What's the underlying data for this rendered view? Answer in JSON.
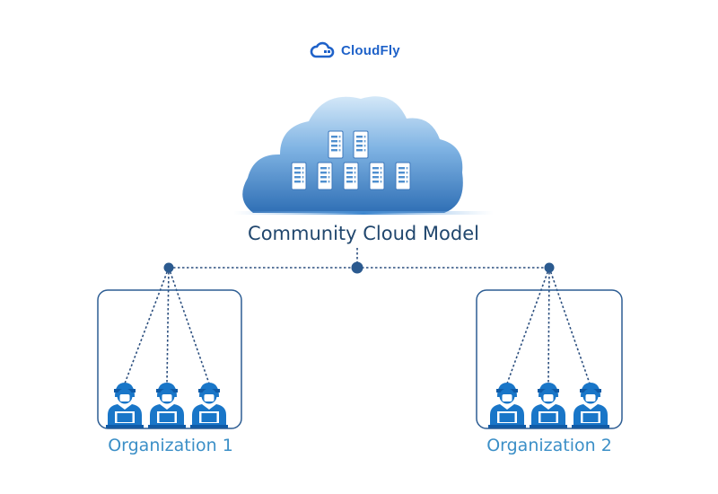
{
  "brand": {
    "name": "CloudFly",
    "logo_icon": "cloud-logo-icon",
    "color": "#1f62c9"
  },
  "diagram": {
    "title": "Community Cloud Model",
    "cloud_icon": "cloud-server-icon",
    "server_icon": "server-rack-icon",
    "user_icon": "user-laptop-icon",
    "organizations": [
      {
        "label": "Organization 1",
        "users": 3
      },
      {
        "label": "Organization 2",
        "users": 3
      }
    ],
    "colors": {
      "cloud_light": "#b9d8f1",
      "cloud_dark": "#2f6fb5",
      "connector": "#2b4e7e",
      "user": "#1976c8",
      "org_border": "#2d5d93",
      "title": "#21476e",
      "org_label": "#3b8fc7"
    }
  }
}
